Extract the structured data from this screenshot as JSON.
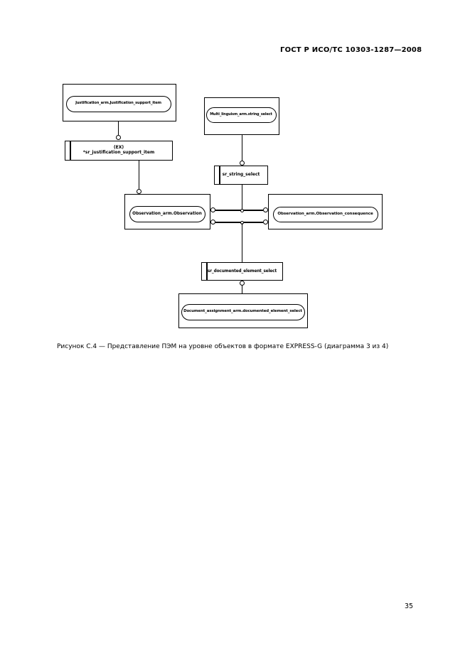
{
  "header": {
    "title": "ГОСТ Р ИСО/ТС 10303-1287—2008"
  },
  "figure": {
    "caption": "Рисунок С.4 — Представление ПЭМ на уровне объектов в формате EXPRESS-G (диаграмма 3 из 4)",
    "diagram": {
      "notation": "EXPRESS-G",
      "nodes": {
        "justification_support_item": {
          "label": "Justification_arm.Justification_support_item"
        },
        "ex_select": {
          "tag": "(EX)",
          "label": "*sr_justification_support_item"
        },
        "multi_linguism_string_select": {
          "label": "Multi_linguism_arm.string_select"
        },
        "sr_string_select": {
          "label": "sr_string_select"
        },
        "observation": {
          "label": "Observation_arm.Observation"
        },
        "observation_consequence": {
          "label": "Observation_arm.Observation_consequence"
        },
        "sr_documented_element_select": {
          "label": "sr_documented_element_select"
        },
        "documented_element_select": {
          "label": "Document_assignment_arm.documented_element_select"
        }
      }
    }
  },
  "footer": {
    "page_number": "35"
  }
}
